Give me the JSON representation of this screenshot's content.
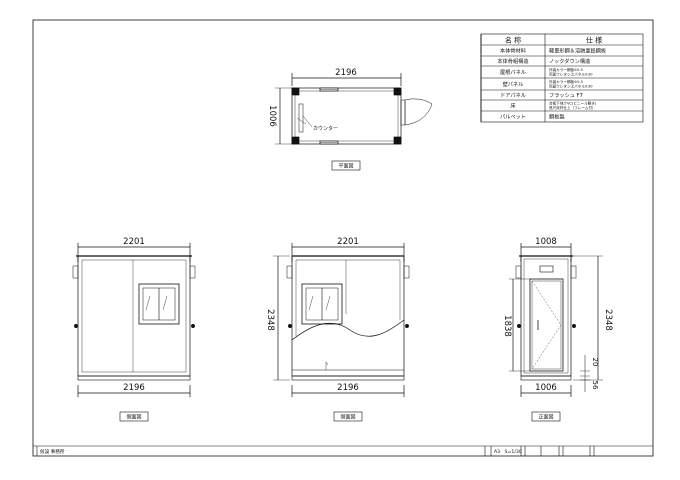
{
  "spec_table": {
    "header": {
      "name": "名 称",
      "spec": "仕 様"
    },
    "rows": [
      {
        "name": "本体骨材料",
        "spec": [
          "軽量形鋼＆溶融亜鉛鋼板"
        ]
      },
      {
        "name": "本体骨組構造",
        "spec": [
          "ノックダウン構造"
        ]
      },
      {
        "name": "屋根パネル",
        "spec": [
          "外装カラー鋼板⊘0.5",
          "両面ウレタン㊤パネル⊘30"
        ]
      },
      {
        "name": "壁パネル",
        "spec": [
          "外装カラー鋼板⊘0.5",
          "両面ウレタン㊤パネル⊘30"
        ]
      },
      {
        "name": "ドアパネル",
        "spec": [
          "フラッシュ F7"
        ]
      },
      {
        "name": "床",
        "spec": [
          "合板下地クVC(ビニール敷き)",
          "長尺床材仕上（フレーム付）"
        ]
      },
      {
        "name": "パルペット",
        "spec": [
          "鋼板製"
        ]
      }
    ]
  },
  "plan_view": {
    "dim_length": "2196",
    "dim_width": "1006",
    "callout": "カウンター",
    "label": "平面図"
  },
  "side_view_left": {
    "dim_top": "2201",
    "dim_bottom": "2196",
    "label": "側面図"
  },
  "side_view_middle": {
    "dim_top": "2201",
    "dim_bottom": "2196",
    "dim_height": "2348",
    "label": "側面図"
  },
  "front_view": {
    "dim_top": "1008",
    "dim_bottom": "1006",
    "dim_height": "2348",
    "dim_door": "1838",
    "dim_20": "20",
    "dim_56": "56",
    "label": "正面図"
  },
  "title_block": {
    "drawing_name": "仮設 事務所",
    "scale": "A3　S=1/30"
  }
}
